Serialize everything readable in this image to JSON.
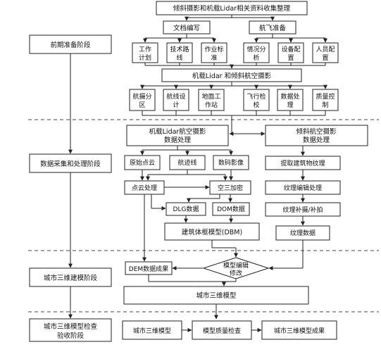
{
  "stages": {
    "pre": "前期准备阶段",
    "collect": "数据采集和处理阶段",
    "model": "城市三维建模阶段",
    "check_l1": "城市三维模型检查",
    "check_l2": "验收阶段"
  },
  "prep": {
    "top": "倾斜摄影和机载Lidar相关资料收集整理",
    "doc": "文档编写",
    "flight": "航飞准备",
    "doc_items": [
      [
        "工作",
        "计划"
      ],
      [
        "技术路",
        "线"
      ],
      [
        "作业标",
        "准"
      ]
    ],
    "flight_items": [
      [
        "情况分",
        "析"
      ],
      [
        "设备配",
        "置"
      ],
      [
        "人员配",
        "置"
      ]
    ],
    "combined": "机载Lidar 和倾斜航空摄影",
    "sub_items": [
      [
        "航摄分",
        "区"
      ],
      [
        "航线设",
        "计"
      ],
      [
        "地面工",
        "作站"
      ],
      [
        "飞行检",
        "校"
      ],
      [
        "数据处",
        "理"
      ],
      [
        "质量控",
        "制"
      ]
    ]
  },
  "lidar": {
    "title_l1": "机载Lidar航空摄影",
    "title_l2": "数据处理",
    "raw": "原始点云",
    "track": "航迹线",
    "image": "数码影像",
    "cloud": "点云处理",
    "aerial": "空三加密",
    "dlg": "DLG数据",
    "dom": "DOM数据",
    "dbm": "建筑体框模型(DBM)"
  },
  "oblique": {
    "title_l1": "倾斜航空摄影",
    "title_l2": "数据处理",
    "extract": "提取建筑物纹理",
    "edit": "纹理编辑处理",
    "patch": "纹理补摄/补拍",
    "data": "纹理数据"
  },
  "modeling": {
    "dem": "DEM数据成果",
    "edit_l1": "模型编辑",
    "edit_l2": "修改",
    "city": "城市三维模型"
  },
  "check": {
    "model": "城市三维模型",
    "quality": "模型质量检查",
    "result": "城市三维模型成果"
  }
}
